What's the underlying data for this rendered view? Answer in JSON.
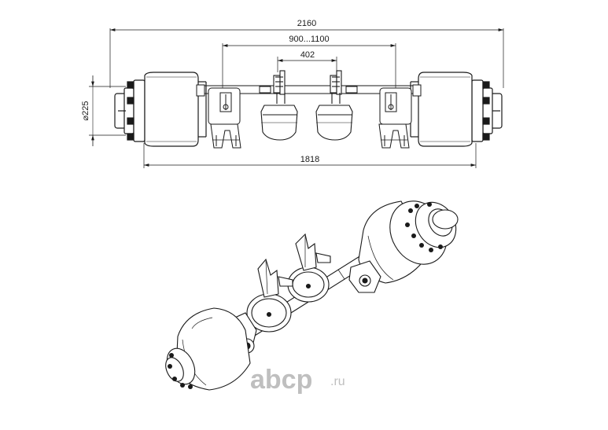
{
  "drawing": {
    "dimensions": {
      "overall_width": "2160",
      "brake_spacing_range": "900...1100",
      "chamber_spacing": "402",
      "hub_diameter": "⌀225",
      "track": "1818"
    }
  },
  "watermark": {
    "brand": "abcp",
    "suffix": ".ru"
  }
}
